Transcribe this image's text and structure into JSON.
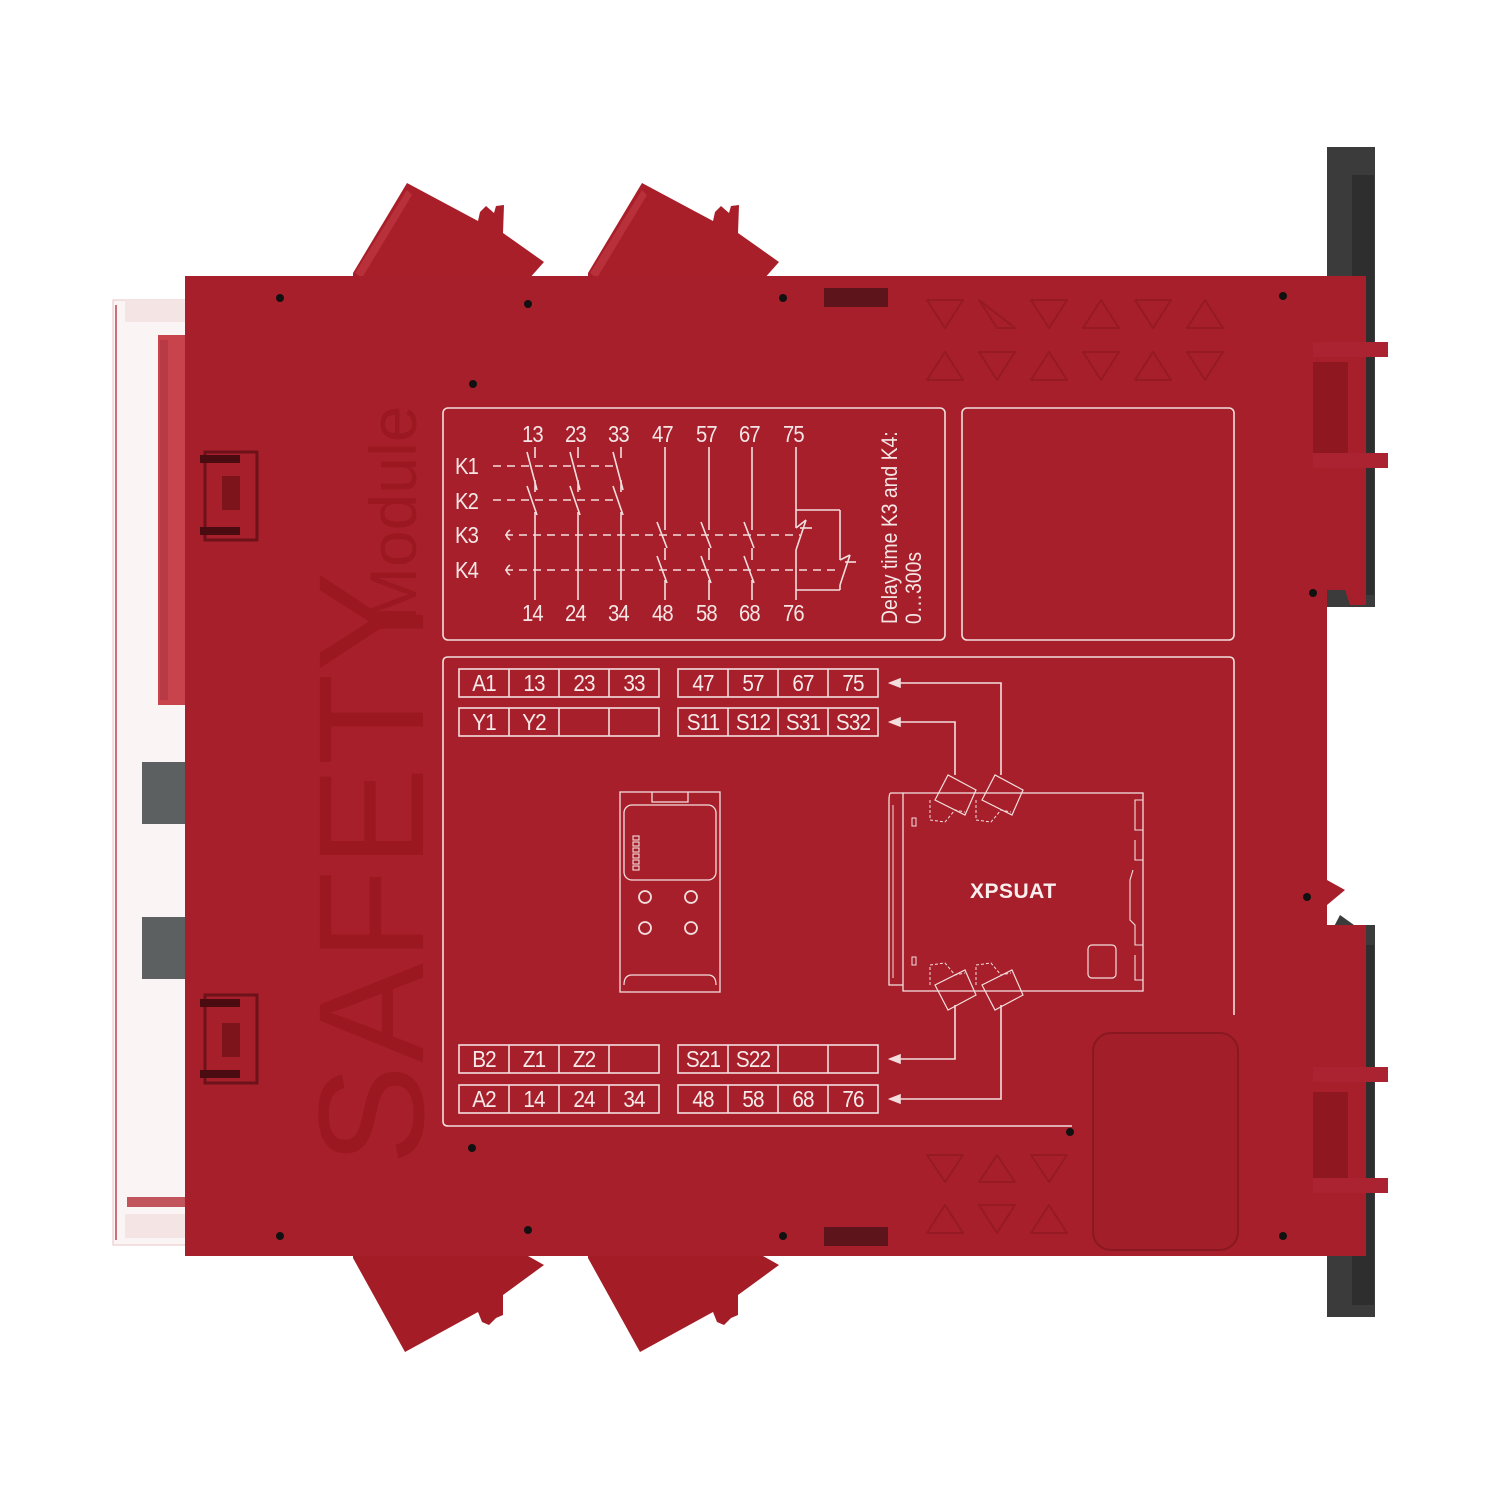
{
  "product": {
    "model": "XPSUAT",
    "brand_text": "SAFETY",
    "brand_subtext": "Module",
    "colors": {
      "body": "#a71f2a",
      "body_dark": "#9b1a24",
      "rail_dark": "#3a3a3a",
      "line": "#f3dede"
    }
  },
  "schematic": {
    "relays": [
      "K1",
      "K2",
      "K3",
      "K4"
    ],
    "top_terminals": [
      "13",
      "23",
      "33",
      "47",
      "57",
      "67",
      "75"
    ],
    "bottom_terminals": [
      "14",
      "24",
      "34",
      "48",
      "58",
      "68",
      "76"
    ],
    "delay_note_line1": "Delay time K3 and K4:",
    "delay_note_line2": "0…300s"
  },
  "terminal_blocks": {
    "top_left_row1": [
      "A1",
      "13",
      "23",
      "33"
    ],
    "top_left_row2": [
      "Y1",
      "Y2",
      "",
      ""
    ],
    "top_right_row1": [
      "47",
      "57",
      "67",
      "75"
    ],
    "top_right_row2": [
      "S11",
      "S12",
      "S31",
      "S32"
    ],
    "bottom_left_row1": [
      "B2",
      "Z1",
      "Z2",
      ""
    ],
    "bottom_left_row2": [
      "A2",
      "14",
      "24",
      "34"
    ],
    "bottom_right_row1": [
      "S21",
      "S22",
      "",
      ""
    ],
    "bottom_right_row2": [
      "48",
      "58",
      "68",
      "76"
    ]
  }
}
